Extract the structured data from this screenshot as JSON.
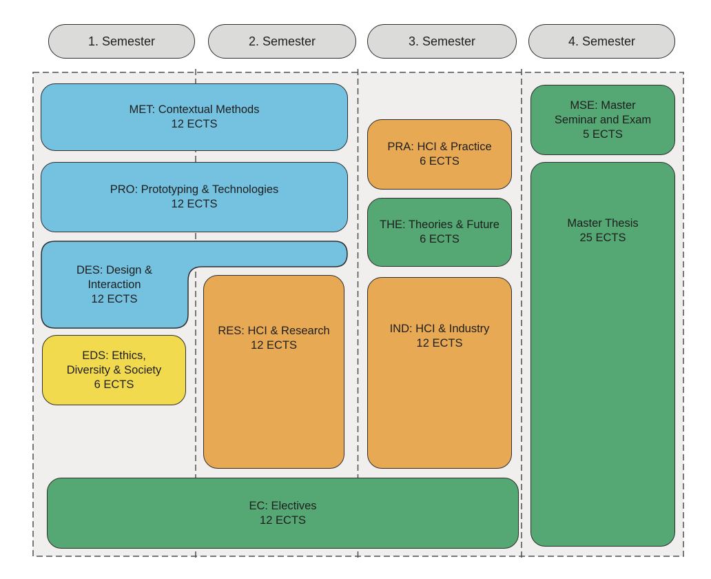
{
  "semesters": [
    {
      "label": "1. Semester"
    },
    {
      "label": "2. Semester"
    },
    {
      "label": "3. Semester"
    },
    {
      "label": "4. Semester"
    }
  ],
  "courses": {
    "met": {
      "line1": "MET: Contextual Methods",
      "ects": "12 ECTS"
    },
    "pro": {
      "line1": "PRO: Prototyping & Technologies",
      "ects": "12 ECTS"
    },
    "des": {
      "line1": "DES: Design &",
      "line2": "Interaction",
      "ects": "12 ECTS"
    },
    "eds": {
      "line1": "EDS: Ethics,",
      "line2": "Diversity & Society",
      "ects": "6 ECTS"
    },
    "res": {
      "line1": "RES: HCI & Research",
      "ects": "12 ECTS"
    },
    "pra": {
      "line1": "PRA: HCI & Practice",
      "ects": "6 ECTS"
    },
    "the": {
      "line1": "THE: Theories & Future",
      "ects": "6 ECTS"
    },
    "ind": {
      "line1": "IND: HCI & Industry",
      "ects": "12 ECTS"
    },
    "mse": {
      "line1": "MSE: Master",
      "line2": "Seminar and Exam",
      "ects": "5 ECTS"
    },
    "thesis": {
      "line1": "Master Thesis",
      "ects": "25 ECTS"
    },
    "ec": {
      "line1": "EC: Electives",
      "ects": "12 ECTS"
    }
  },
  "colors": {
    "blue": "#74C2DF",
    "orange": "#E7A954",
    "green": "#55A873",
    "yellow": "#F2DA4E",
    "pill": "#DBDBDA",
    "canvas": "#F0EFED",
    "border": "#2D2D2D",
    "dash": "#4D4D4D",
    "text": "#1D1D1D"
  }
}
